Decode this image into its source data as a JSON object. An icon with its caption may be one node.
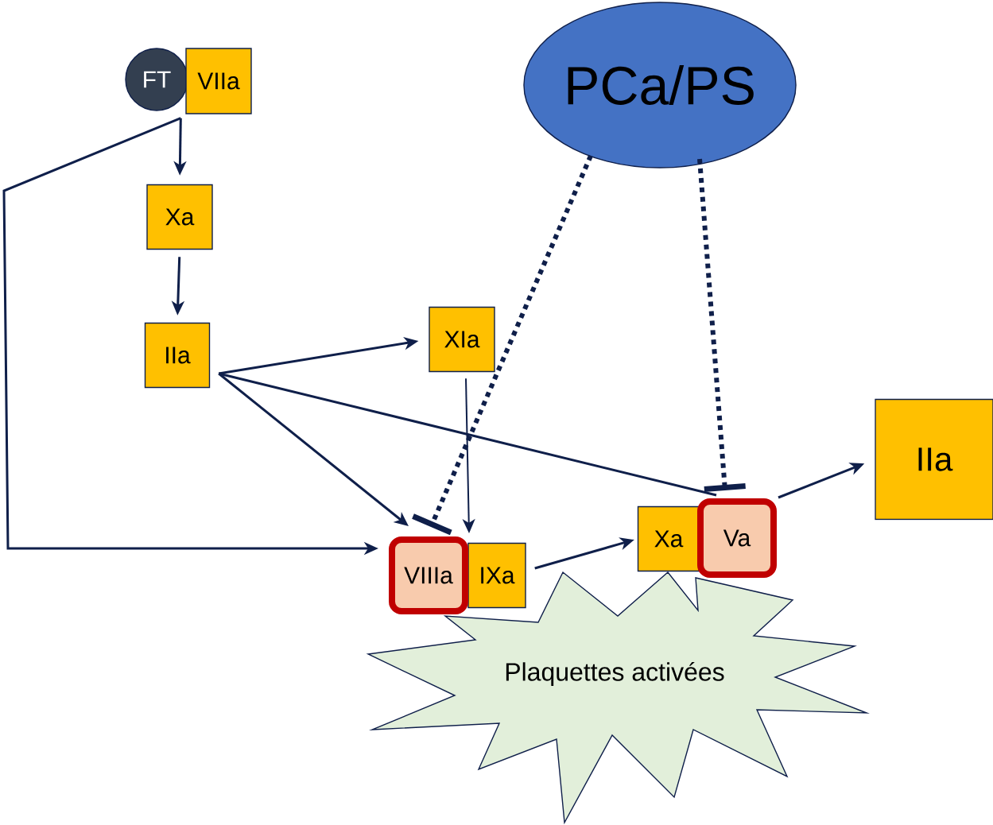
{
  "diagram": {
    "nodes": [
      {
        "text": [
          "FT"
        ]
      },
      {
        "text": [
          "VIIa"
        ]
      },
      {
        "text": [
          "Xa"
        ]
      },
      {
        "text": [
          "IIa"
        ]
      },
      {
        "text": [
          "XIa"
        ]
      },
      {
        "text": [
          "PCa/PS"
        ]
      },
      {
        "text": [
          "Plaquettes activées"
        ]
      },
      {
        "text": [
          "VIIIa"
        ]
      },
      {
        "text": [
          "IXa"
        ]
      },
      {
        "text": [
          "Xa"
        ]
      },
      {
        "text": [
          "Va"
        ]
      },
      {
        "text": [
          "IIa"
        ]
      }
    ],
    "edges": [
      {
        "from": 1,
        "to": 2,
        "arrow": "to"
      },
      {
        "from": 1,
        "to": 7,
        "arrow": "to"
      },
      {
        "from": 2,
        "to": 3,
        "arrow": "to"
      },
      {
        "from": 3,
        "to": 4,
        "arrow": "to"
      },
      {
        "from": 3,
        "to": 7,
        "arrow": "to"
      },
      {
        "from": 3,
        "to": 10,
        "arrow": "none"
      },
      {
        "from": 4,
        "to": 7,
        "arrow": "to"
      },
      {
        "from": 5,
        "to": 7,
        "arrow": "other",
        "style": "dashed"
      },
      {
        "from": 5,
        "to": 10,
        "arrow": "other",
        "style": "dashed"
      },
      {
        "from": 8,
        "to": 9,
        "arrow": "to"
      },
      {
        "from": 10,
        "to": 11,
        "arrow": "to"
      }
    ]
  }
}
